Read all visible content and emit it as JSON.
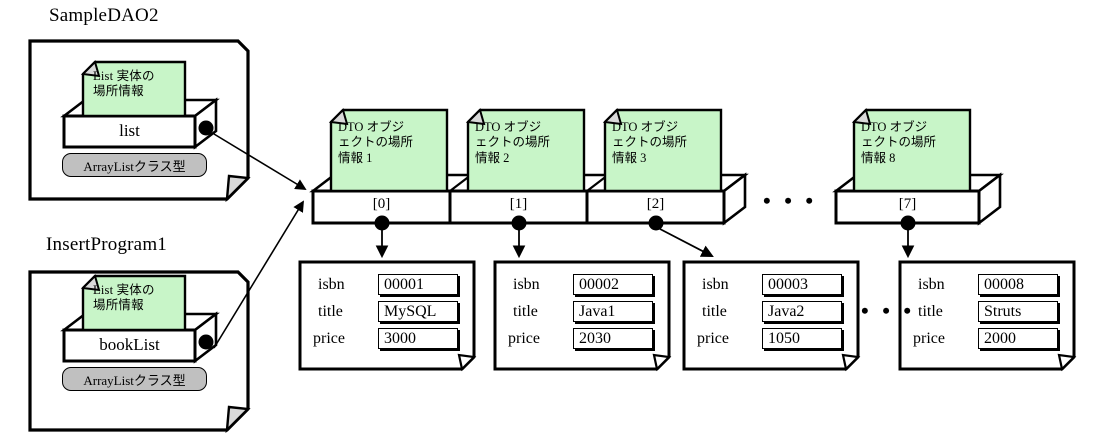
{
  "diagram": {
    "title_sample_dao": "SampleDAO2",
    "title_insert_program": "InsertProgram1",
    "type_pill_label": "ArrayListクラス型",
    "ellipsis": "• • •"
  },
  "classes": [
    {
      "name": "SampleDAO2",
      "variable": "list",
      "note": "List 実体の\n場所情報",
      "type": "ArrayListクラス型"
    },
    {
      "name": "InsertProgram1",
      "variable": "bookList",
      "note": "List 実体の\n場所情報",
      "type": "ArrayListクラス型"
    }
  ],
  "array": {
    "cells": [
      {
        "index": "[0]",
        "note": "DTO オブジ\nェクトの場所\n情報 1"
      },
      {
        "index": "[1]",
        "note": "DTO オブジ\nェクトの場所\n情報 2"
      },
      {
        "index": "[2]",
        "note": "DTO オブジ\nェクトの場所\n情報 3"
      },
      {
        "index": "[7]",
        "note": "DTO オブジ\nェクトの場所\n情報 8"
      }
    ],
    "gap_marker": "• • •"
  },
  "dto_objects": [
    {
      "fields": [
        "isbn",
        "title",
        "price"
      ],
      "isbn": "00001",
      "title": "MySQL",
      "price": "3000"
    },
    {
      "fields": [
        "isbn",
        "title",
        "price"
      ],
      "isbn": "00002",
      "title": "Java1",
      "price": "2030"
    },
    {
      "fields": [
        "isbn",
        "title",
        "price"
      ],
      "isbn": "00003",
      "title": "Java2",
      "price": "1050"
    },
    {
      "fields": [
        "isbn",
        "title",
        "price"
      ],
      "isbn": "00008",
      "title": "Struts",
      "price": "2000"
    }
  ],
  "labels": {
    "field_isbn": "isbn",
    "field_title": "title",
    "field_price": "price"
  },
  "colors": {
    "note_fill": "#c8f5c8",
    "note_fold": "#d9d9d9",
    "pill_fill": "#c0c0c0",
    "stroke": "#000000",
    "background": "#ffffff"
  }
}
